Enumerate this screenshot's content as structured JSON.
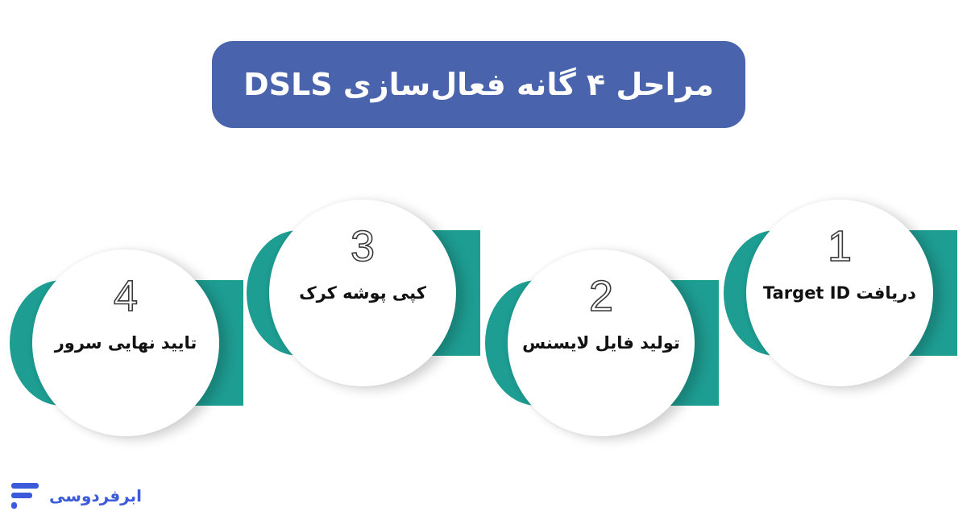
{
  "title": "مراحل ۴ گانه فعال‌سازی DSLS",
  "steps": [
    {
      "number": "1",
      "label": "دریافت Target ID"
    },
    {
      "number": "2",
      "label": "تولید فایل لایسنس"
    },
    {
      "number": "3",
      "label": "کپی پوشه کرک"
    },
    {
      "number": "4",
      "label": "تایید نهایی سرور"
    }
  ],
  "logo": {
    "text": "ابرفردوسی"
  },
  "colors": {
    "title_bg": "#4a63ad",
    "accent": "#1e9d92",
    "logo": "#3b5bdb"
  }
}
